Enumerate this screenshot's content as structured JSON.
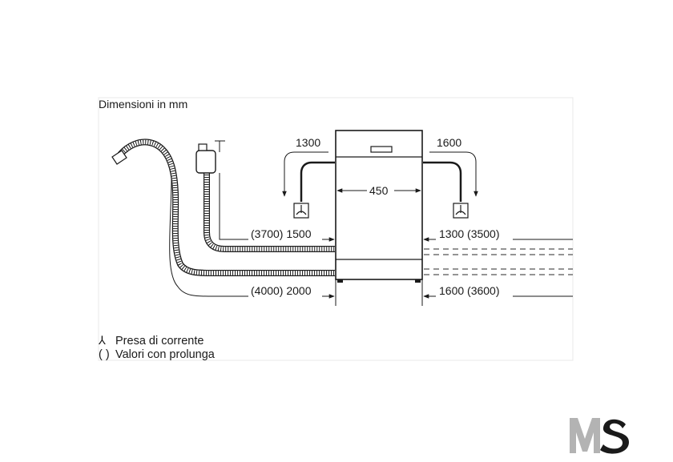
{
  "diagram": {
    "title": "Dimensioni in mm",
    "dimensions": {
      "top_left_hose": "1300",
      "top_right_hose": "1600",
      "appliance_width": "450",
      "left_upper_hose": "(3700) 1500",
      "right_upper_hose": "1300 (3500)",
      "left_lower_hose": "(4000) 2000",
      "right_lower_hose": "1600 (3600)"
    },
    "legend": {
      "socket_symbol": "⅄",
      "socket_text": "Presa di corrente",
      "ext_symbol": "( )",
      "ext_text": "Valori con prolunga"
    }
  },
  "logo": {
    "text": "MS",
    "color_m": "#b3b3b3",
    "color_s": "#1a1a1a"
  },
  "colors": {
    "line": "#1a1a1a",
    "frame": "#e6e6e6",
    "dash": "#555555"
  }
}
